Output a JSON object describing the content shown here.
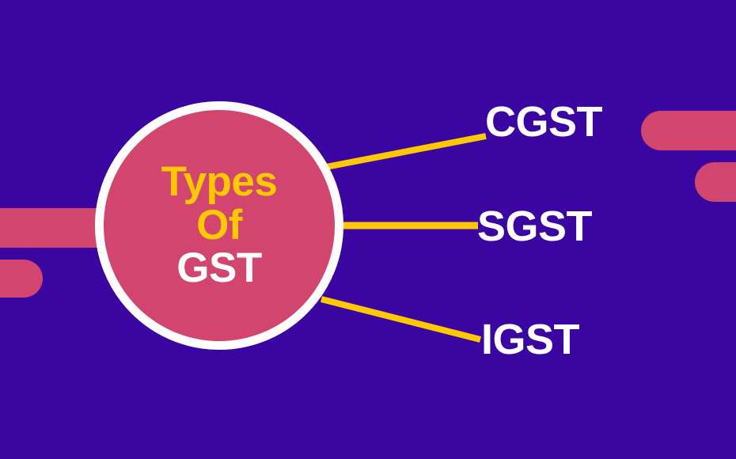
{
  "graphic": {
    "type": "mind-map",
    "background_color": "#3A05A0",
    "accent_color": "#FFC800",
    "node_color": "#D2456E",
    "node_border_color": "#FFFFFF",
    "connector_color": "#FFC800",
    "central_node": {
      "lines": [
        {
          "text": "Types",
          "color": "#FFC800"
        },
        {
          "text": "Of",
          "color": "#FFC800"
        },
        {
          "text": "GST",
          "color": "#FFFFFF"
        }
      ]
    },
    "branches": [
      {
        "label": "CGST"
      },
      {
        "label": "SGST"
      },
      {
        "label": "IGST"
      }
    ],
    "decorations": [
      {
        "name": "pill-left-top"
      },
      {
        "name": "pill-left-bottom"
      },
      {
        "name": "pill-right-top"
      },
      {
        "name": "pill-right-bottom"
      }
    ]
  }
}
